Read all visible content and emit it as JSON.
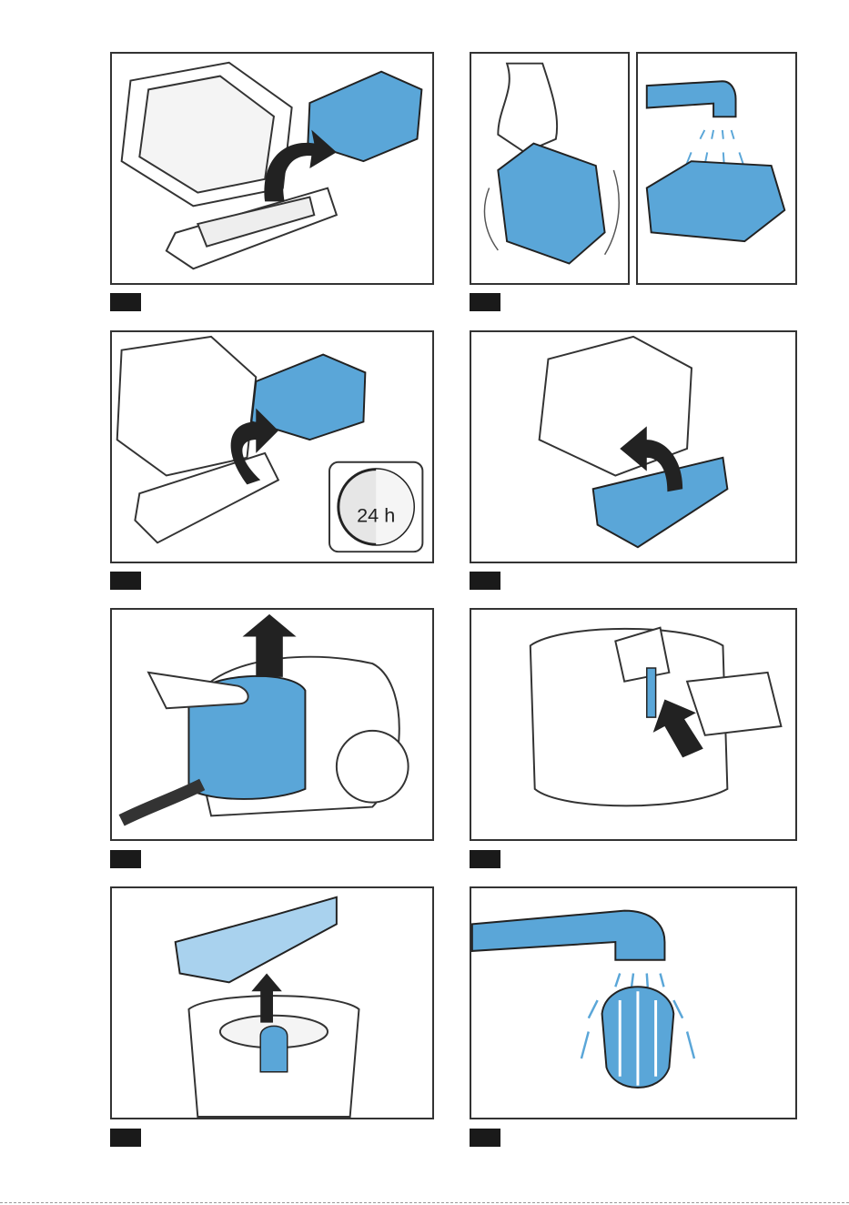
{
  "timer_badge": {
    "label": "24 h"
  },
  "colors": {
    "accent_blue": "#5aa6d8",
    "accent_blue_dark": "#2f7fb8",
    "outline": "#333333",
    "tag_black": "#1a1a1a"
  },
  "panels": [
    {
      "step": "filter-removal",
      "icons": [
        "filter-sponge-icon",
        "arrow-curved-icon"
      ]
    },
    {
      "step": "filter-rinsing",
      "icons": [
        "hand-icon",
        "tap-icon",
        "water-spray-icon"
      ]
    },
    {
      "step": "filter-drying",
      "icons": [
        "filter-sponge-icon",
        "arrow-curved-icon",
        "clock-24h-icon"
      ]
    },
    {
      "step": "lid-closing",
      "icons": [
        "arrow-curved-icon"
      ]
    },
    {
      "step": "container-removal",
      "icons": [
        "hand-icon",
        "arrow-up-icon"
      ]
    },
    {
      "step": "lid-unlocking",
      "icons": [
        "hand-icon",
        "arrow-up-icon"
      ]
    },
    {
      "step": "insert-removal",
      "icons": [
        "arrow-up-icon"
      ]
    },
    {
      "step": "insert-rinsing",
      "icons": [
        "tap-icon",
        "water-spray-icon"
      ]
    }
  ]
}
